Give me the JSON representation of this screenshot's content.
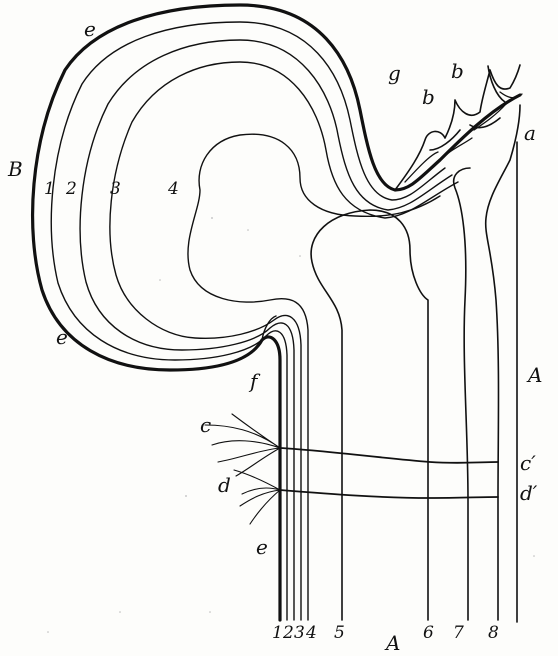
{
  "labels": {
    "B": "B",
    "a": "a",
    "A_right": "A",
    "A_bottom": "A",
    "b1": "b",
    "b2": "b",
    "c": "c",
    "c_prime": "c′",
    "d": "d",
    "d_prime": "d′",
    "e_top": "e",
    "e_left": "e",
    "e_bottom": "e",
    "f": "f",
    "g": "g"
  },
  "layer_numbers_top": [
    "1",
    "2",
    "3",
    "4"
  ],
  "bottom_numbers": [
    "1",
    "2",
    "3",
    "4",
    "5",
    "6",
    "7",
    "8"
  ]
}
